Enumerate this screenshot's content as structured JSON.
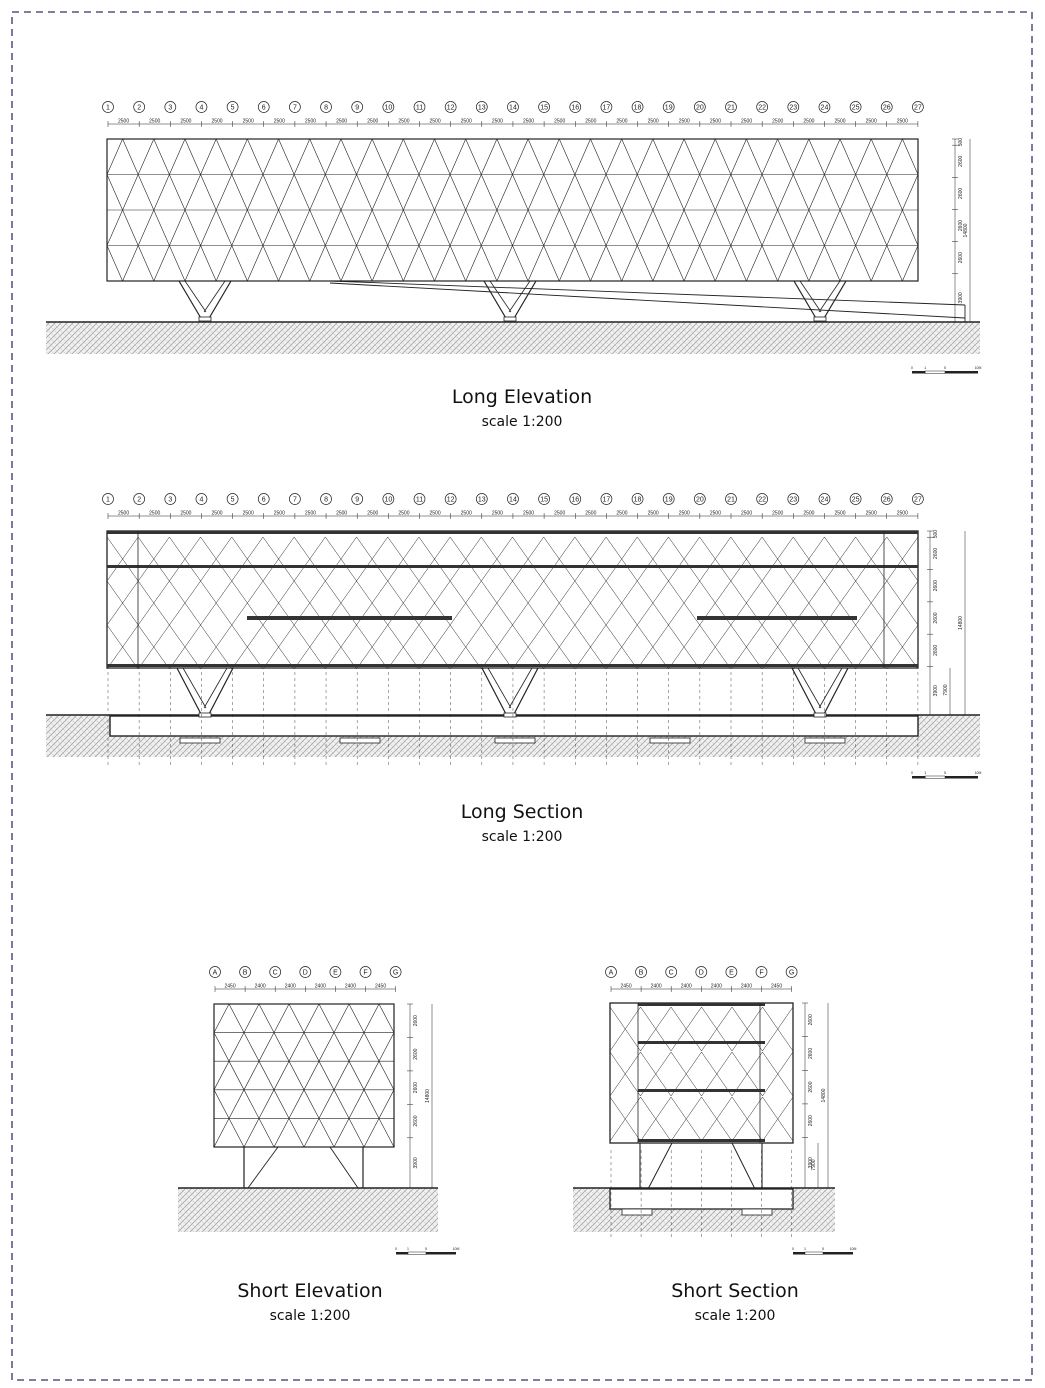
{
  "drawings": {
    "long_elevation": {
      "title": "Long Elevation",
      "scale": "scale 1:200"
    },
    "long_section": {
      "title": "Long Section",
      "scale": "scale 1:200"
    },
    "short_elevation": {
      "title": "Short Elevation",
      "scale": "scale 1:200"
    },
    "short_section": {
      "title": "Short Section",
      "scale": "scale 1:200"
    }
  },
  "long_grid": {
    "axes": [
      "1",
      "2",
      "3",
      "4",
      "5",
      "6",
      "7",
      "8",
      "9",
      "10",
      "11",
      "12",
      "13",
      "14",
      "15",
      "16",
      "17",
      "18",
      "19",
      "20",
      "21",
      "22",
      "23",
      "24",
      "25",
      "26",
      "27"
    ],
    "spacing": "2500"
  },
  "short_grid": {
    "axes": [
      "A",
      "B",
      "C",
      "D",
      "E",
      "F",
      "G"
    ],
    "spacings": [
      "2450",
      "2400",
      "2400",
      "2400",
      "2400",
      "2450"
    ]
  },
  "levels": {
    "long_elevation": [
      "500",
      "2600",
      "2600",
      "2600",
      "2600",
      "3900"
    ],
    "long_section": [
      "500",
      "2600",
      "2600",
      "2600",
      "2600",
      "3900"
    ],
    "short_elevation": [
      "2600",
      "2600",
      "2600",
      "2600",
      "3900"
    ],
    "short_section": [
      "2600",
      "2600",
      "2600",
      "2600",
      "3900"
    ],
    "total": "14800",
    "first_floor": "7900"
  },
  "scale_bar": {
    "labels": [
      "0",
      "1",
      "5",
      "10M"
    ]
  },
  "colors": {
    "line": "#222222",
    "border": "#33336b",
    "hatch": "#9a9a9a"
  }
}
